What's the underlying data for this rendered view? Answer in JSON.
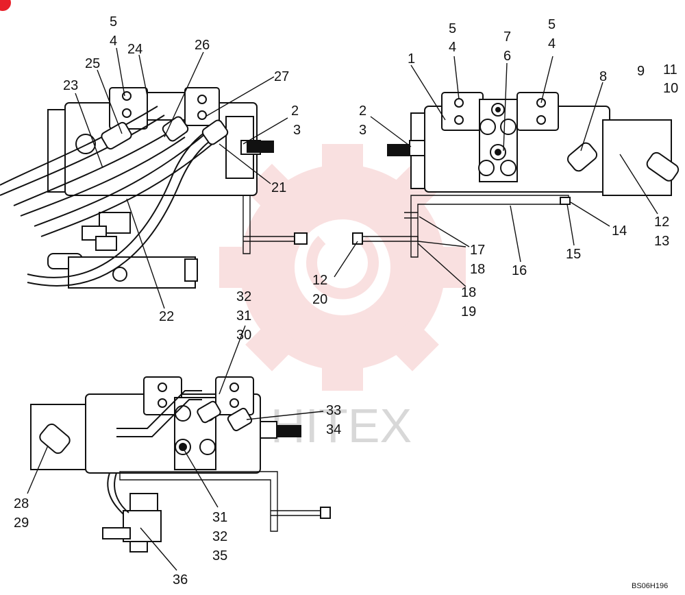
{
  "callouts": {
    "a_5": "5",
    "a_4": "4",
    "a_24": "24",
    "a_26": "26",
    "a_25": "25",
    "a_23": "23",
    "a_27": "27",
    "a_2": "2",
    "a_3": "3",
    "a_21": "21",
    "a_22": "22",
    "b_5a": "5",
    "b_4a": "4",
    "b_7": "7",
    "b_6": "6",
    "b_5b": "5",
    "b_4b": "4",
    "b_1": "1",
    "b_8": "8",
    "b_9": "9",
    "b_11": "11",
    "b_10": "10",
    "b_2": "2",
    "b_3": "3",
    "b_12a": "12",
    "b_13": "13",
    "b_14": "14",
    "b_15": "15",
    "b_16": "16",
    "b_17": "17",
    "b_18a": "18",
    "b_18b": "18",
    "b_19": "19",
    "b_12b": "12",
    "b_20": "20",
    "c_32a": "32",
    "c_31a": "31",
    "c_30": "30",
    "c_33": "33",
    "c_34": "34",
    "c_28": "28",
    "c_29": "29",
    "c_31b": "31",
    "c_32b": "32",
    "c_35": "35",
    "c_36": "36"
  },
  "figure_code": "BS06H196",
  "watermark_text": "HITEX",
  "colors": {
    "line": "#111111",
    "watermark": "#f5c8c8",
    "badge": "#e8202a"
  }
}
